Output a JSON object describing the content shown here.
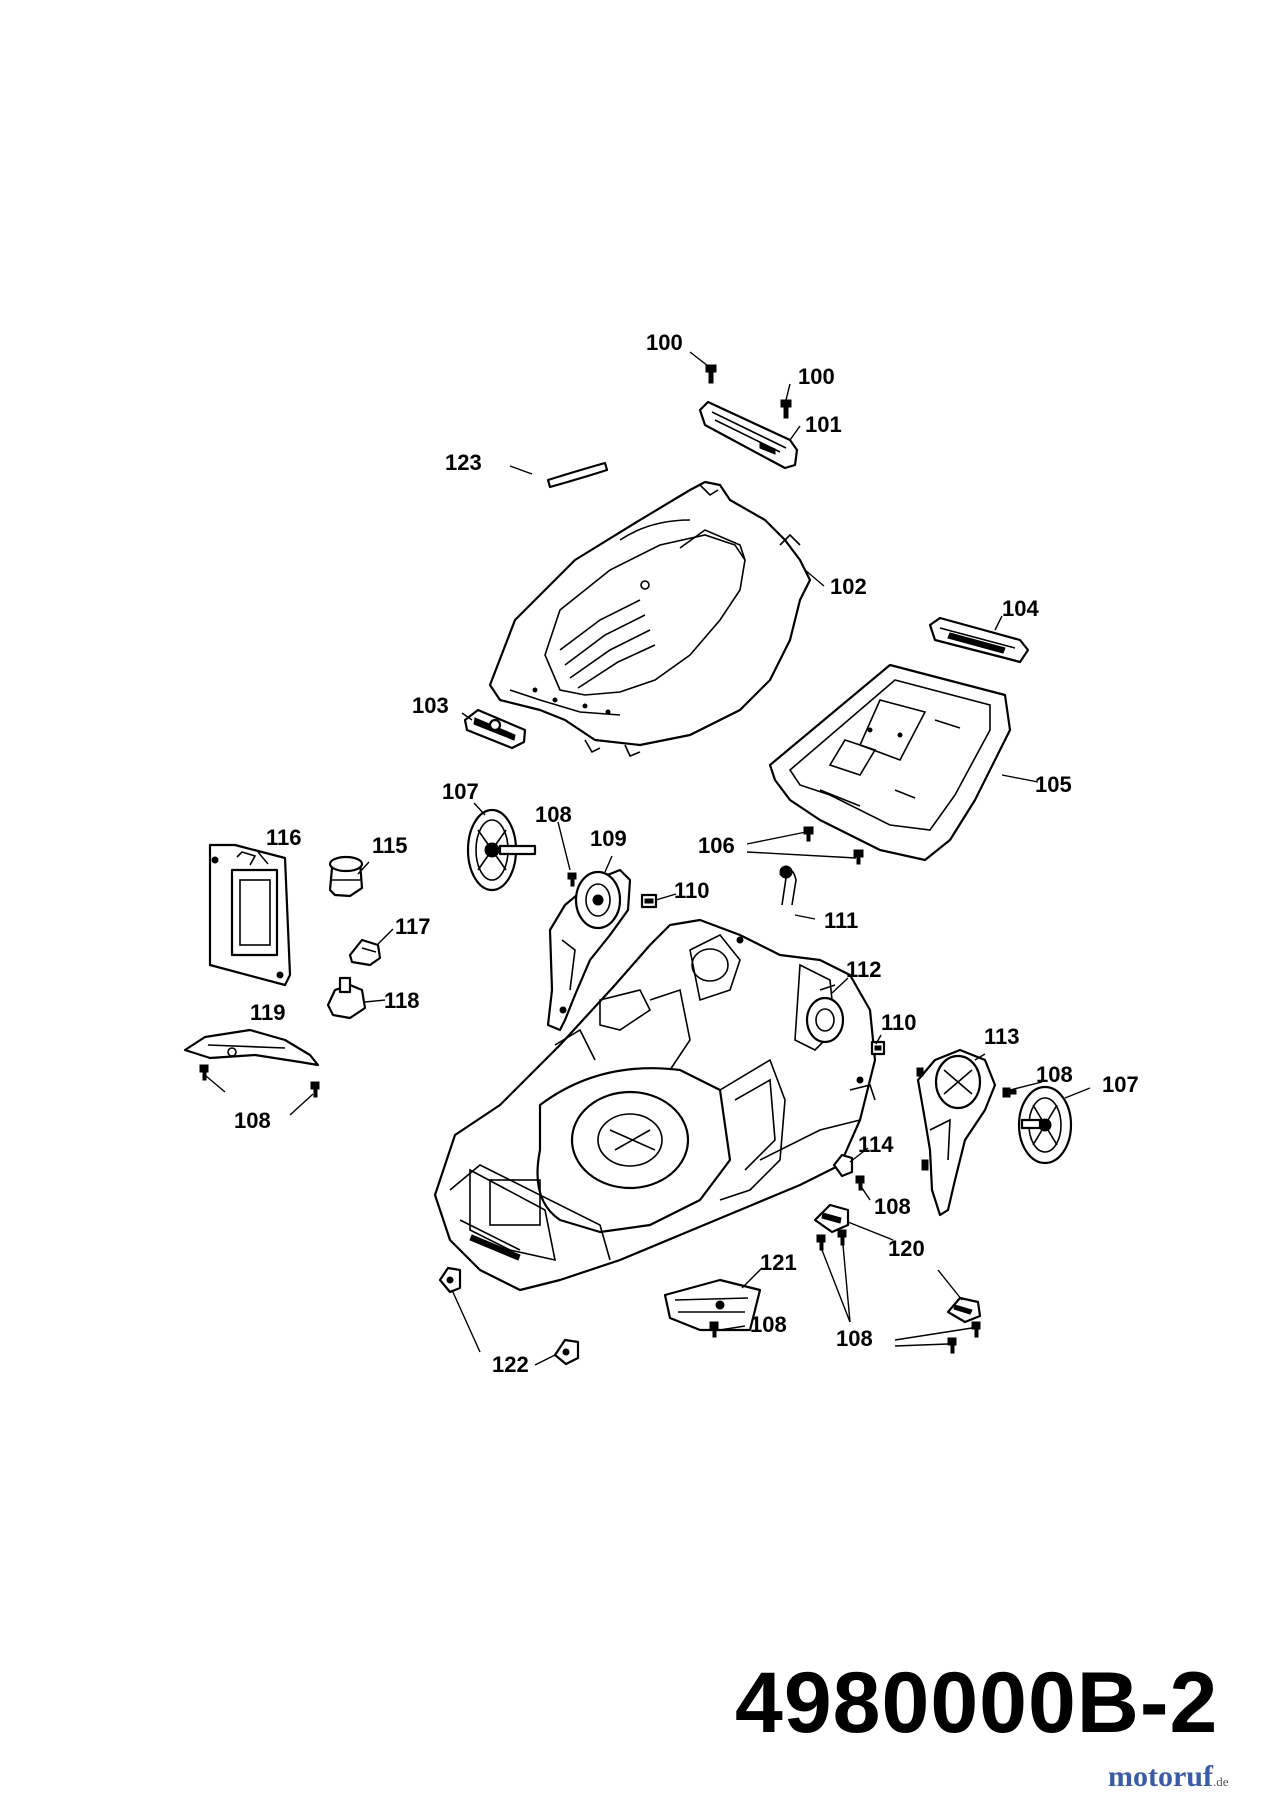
{
  "diagram": {
    "drawing_code": "4980000B-2",
    "watermark": {
      "brand": "motoruf",
      "tld": ".de"
    },
    "labels": {
      "p100a": "100",
      "p100b": "100",
      "p101": "101",
      "p123": "123",
      "p102": "102",
      "p104": "104",
      "p103": "103",
      "p105": "105",
      "p107a": "107",
      "p108a": "108",
      "p109": "109",
      "p116": "116",
      "p115": "115",
      "p106": "106",
      "p110a": "110",
      "p111": "111",
      "p117": "117",
      "p112": "112",
      "p118": "118",
      "p119": "119",
      "p110b": "110",
      "p113": "113",
      "p108b": "108",
      "p107b": "107",
      "p108c": "108",
      "p114": "114",
      "p108d": "108",
      "p120": "120",
      "p121": "121",
      "p108e": "108",
      "p108f": "108",
      "p122": "122"
    }
  }
}
